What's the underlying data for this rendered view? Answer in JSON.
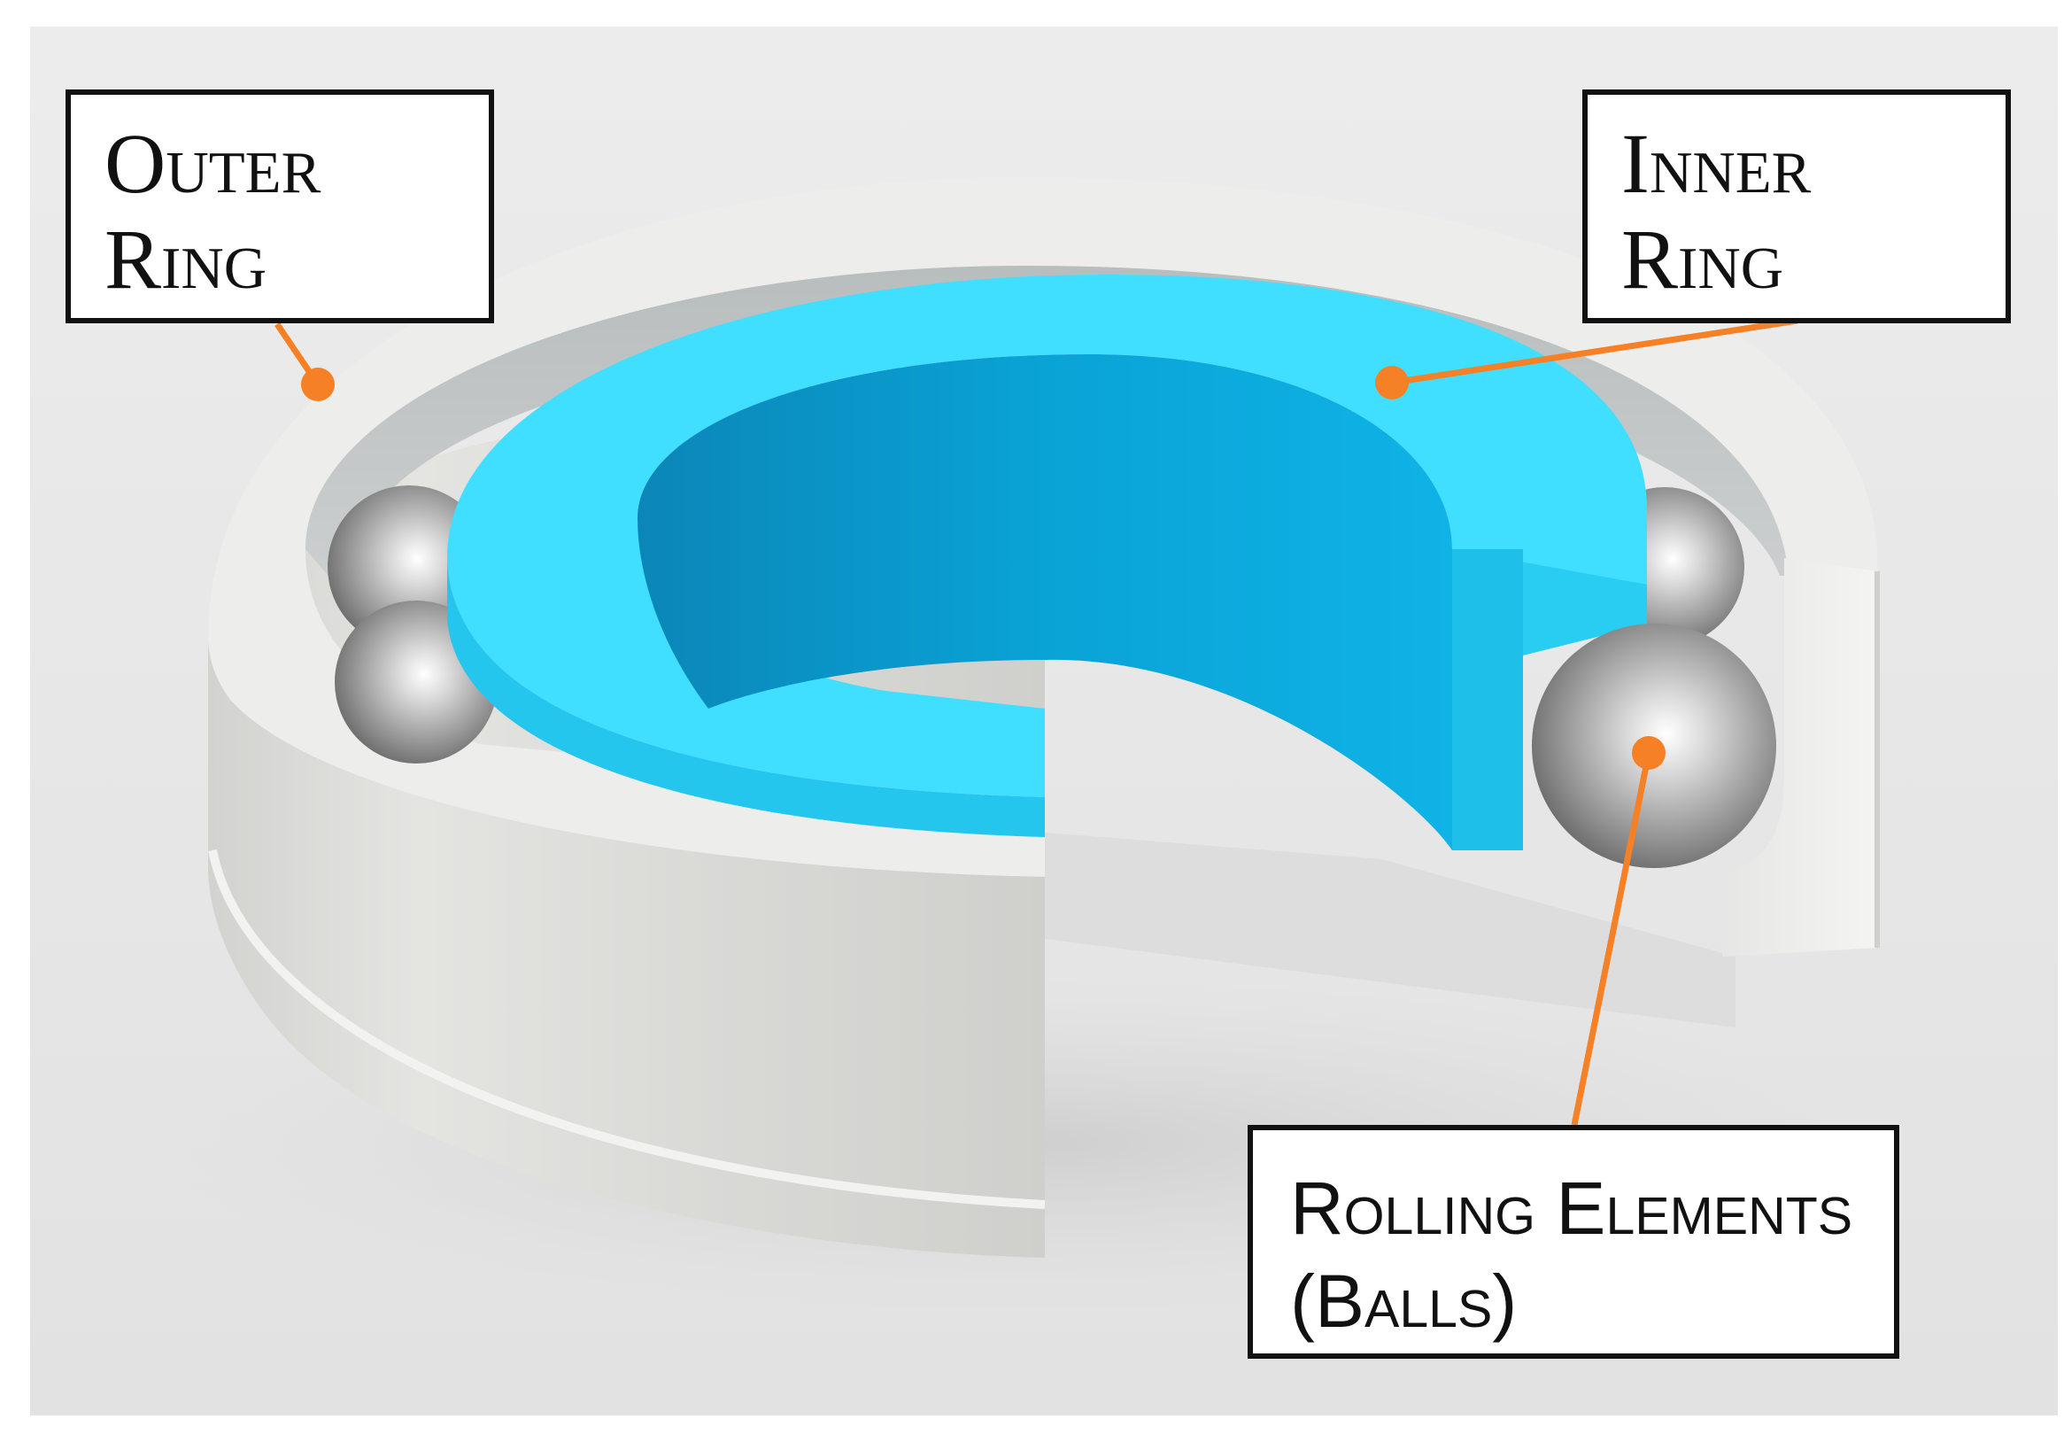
{
  "labels": {
    "outer_ring": {
      "line1": "Outer",
      "line2": "Ring"
    },
    "inner_ring": {
      "line1": "Inner",
      "line2": "Ring"
    },
    "rolling_elements": {
      "line1": "Rolling Elements",
      "line2": "(Balls)"
    }
  },
  "colors": {
    "background": "#e6e6e6",
    "outer_ring": "#e9e9e6",
    "inner_ring": "#3fdcff",
    "inner_ring_shade": "#0aa3d6",
    "ball": "#c8c8c8",
    "leader": "#f58025",
    "box_border": "#111111"
  },
  "icons": {
    "leader_end": "orange-dot"
  }
}
